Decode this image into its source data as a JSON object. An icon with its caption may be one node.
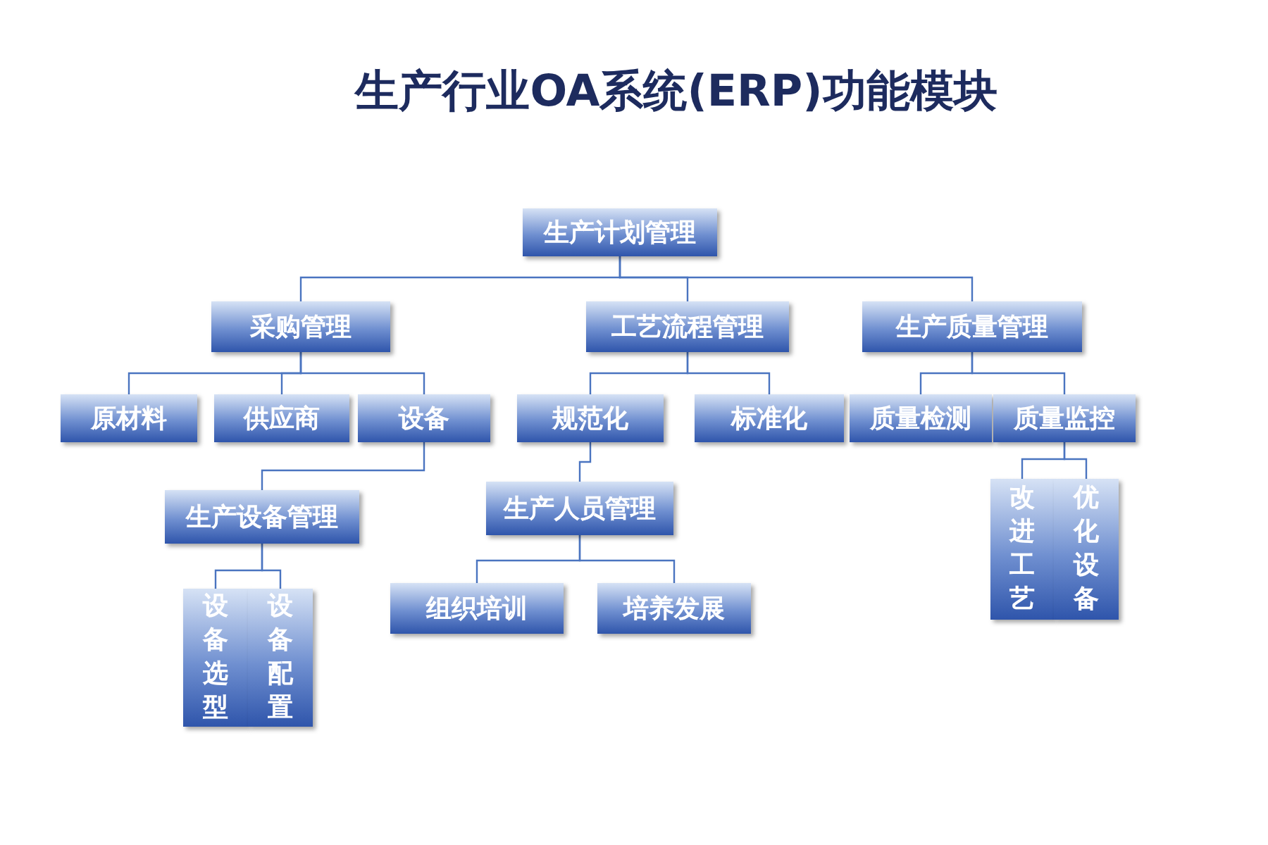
{
  "diagram": {
    "title": "生产行业OA系统(ERP)功能模块",
    "nodes": [
      {
        "text": [
          "生产计划管理"
        ]
      },
      {
        "text": [
          "采购管理"
        ]
      },
      {
        "text": [
          "工艺流程管理"
        ]
      },
      {
        "text": [
          "生产质量管理"
        ]
      },
      {
        "text": [
          "原材料"
        ]
      },
      {
        "text": [
          "供应商"
        ]
      },
      {
        "text": [
          "设备"
        ]
      },
      {
        "text": [
          "规范化"
        ]
      },
      {
        "text": [
          "标准化"
        ]
      },
      {
        "text": [
          "质量检测"
        ]
      },
      {
        "text": [
          "质量监控"
        ]
      },
      {
        "text": [
          "生产设备管理"
        ]
      },
      {
        "text": [
          "生产人员管理"
        ]
      },
      {
        "text": [
          "设备选型"
        ]
      },
      {
        "text": [
          "设备配置"
        ]
      },
      {
        "text": [
          "组织培训"
        ]
      },
      {
        "text": [
          "培养发展"
        ]
      },
      {
        "text": [
          "改进工艺"
        ]
      },
      {
        "text": [
          "优化设备"
        ]
      }
    ],
    "edges": [
      {
        "from": 0,
        "to": 1,
        "arrow": "none"
      },
      {
        "from": 0,
        "to": 2,
        "arrow": "none"
      },
      {
        "from": 0,
        "to": 3,
        "arrow": "none"
      },
      {
        "from": 1,
        "to": 4,
        "arrow": "none"
      },
      {
        "from": 1,
        "to": 5,
        "arrow": "none"
      },
      {
        "from": 1,
        "to": 6,
        "arrow": "none"
      },
      {
        "from": 2,
        "to": 7,
        "arrow": "none"
      },
      {
        "from": 2,
        "to": 8,
        "arrow": "none"
      },
      {
        "from": 3,
        "to": 9,
        "arrow": "none"
      },
      {
        "from": 3,
        "to": 10,
        "arrow": "none"
      },
      {
        "from": 6,
        "to": 11,
        "arrow": "none"
      },
      {
        "from": 7,
        "to": 12,
        "arrow": "none"
      },
      {
        "from": 11,
        "to": 13,
        "arrow": "none"
      },
      {
        "from": 11,
        "to": 14,
        "arrow": "none"
      },
      {
        "from": 12,
        "to": 15,
        "arrow": "none"
      },
      {
        "from": 12,
        "to": 16,
        "arrow": "none"
      },
      {
        "from": 10,
        "to": 17,
        "arrow": "none"
      },
      {
        "from": 10,
        "to": 18,
        "arrow": "none"
      }
    ]
  }
}
